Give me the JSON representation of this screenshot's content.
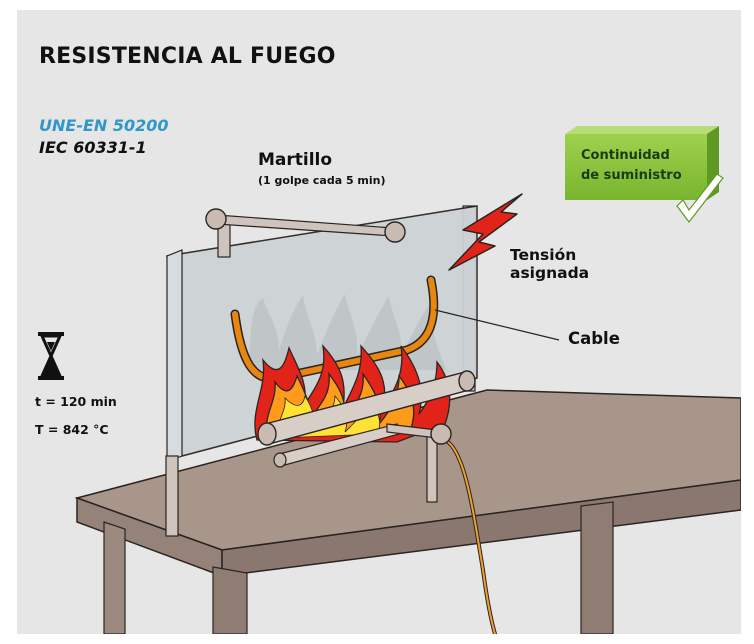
{
  "title": "RESISTENCIA AL FUEGO",
  "standards": {
    "primary": "UNE-EN 50200",
    "secondary": "IEC 60331-1"
  },
  "hammer": {
    "label": "Martillo",
    "note": "(1 golpe cada 5 min)"
  },
  "voltage_label_line1": "Tensión",
  "voltage_label_line2": "asignada",
  "cable_label": "Cable",
  "test_conditions": {
    "time": "t = 120 min",
    "temperature": "T = 842 °C"
  },
  "badge": {
    "line1": "Continuidad",
    "line2": "de suministro"
  },
  "colors": {
    "background": "#e6e6e6",
    "accent_blue": "#2f97c9",
    "badge_green": "#8dc63f",
    "cable_orange": "#e8870f",
    "lightning_red": "#e2231a"
  },
  "icons": [
    "hourglass-icon",
    "check-icon",
    "lightning-icon",
    "flame-icon"
  ]
}
